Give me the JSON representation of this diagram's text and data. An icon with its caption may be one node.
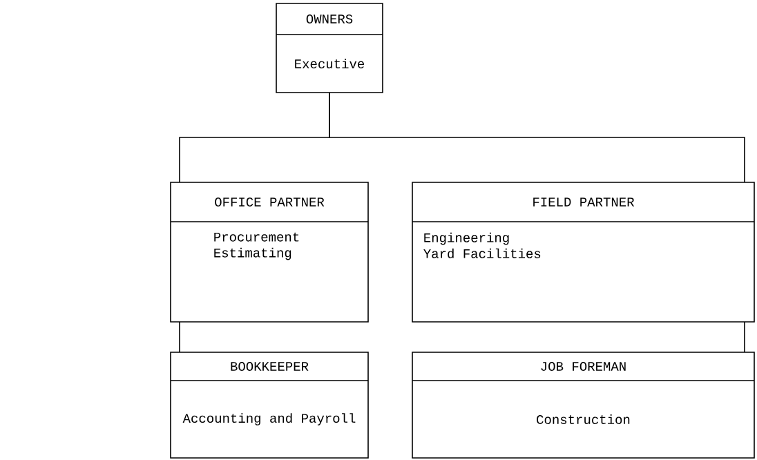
{
  "diagram": {
    "nodes": [
      {
        "text": [
          "OWNERS",
          "Executive"
        ]
      },
      {
        "text": [
          "OFFICE PARTNER",
          "Procurement Estimating"
        ]
      },
      {
        "text": [
          "FIELD PARTNER",
          "Engineering Yard Facilities"
        ]
      },
      {
        "text": [
          "BOOKKEEPER",
          "Accounting and Payroll"
        ]
      },
      {
        "text": [
          "JOB FOREMAN",
          "Construction"
        ]
      }
    ],
    "edges": [
      {
        "from": 0,
        "to": 1,
        "arrow": "none"
      },
      {
        "from": 0,
        "to": 2,
        "arrow": "none"
      },
      {
        "from": 1,
        "to": 3,
        "arrow": "none"
      },
      {
        "from": 2,
        "to": 4,
        "arrow": "none"
      }
    ]
  }
}
